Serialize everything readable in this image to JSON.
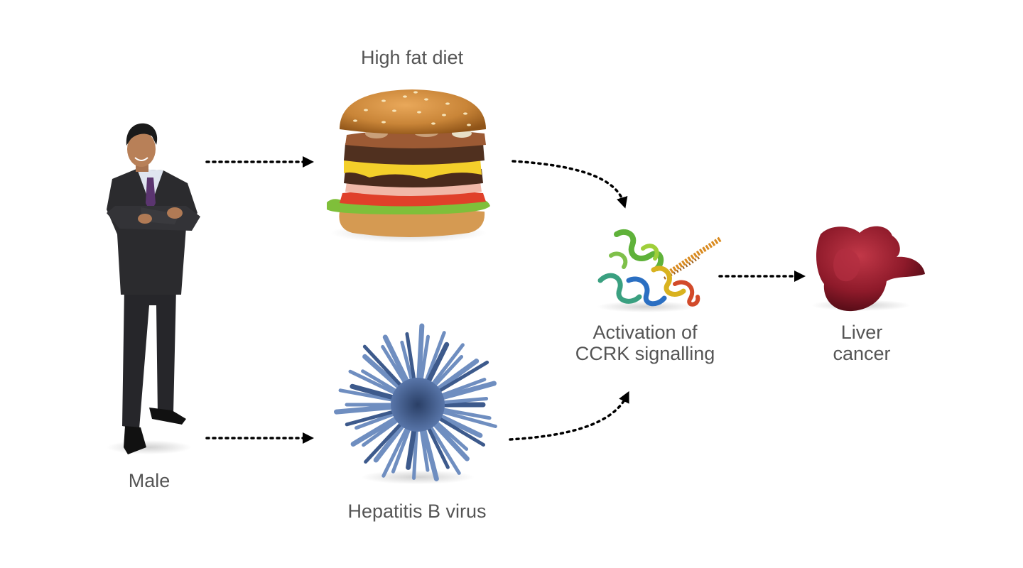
{
  "labels": {
    "high_fat_diet": "High fat diet",
    "male": "Male",
    "hepatitis_b": "Hepatitis B virus",
    "ccrk_line1": "Activation of",
    "ccrk_line2": "CCRK signalling",
    "liver_line1": "Liver",
    "liver_line2": "cancer"
  },
  "icons": {
    "man": "businessman-icon",
    "burger": "burger-icon",
    "virus": "virus-icon",
    "protein": "protein-structure-icon",
    "liver": "liver-icon"
  },
  "colors": {
    "label": "#555555",
    "arrow": "#000000",
    "suit": "#2b2b2e",
    "virus": "#3d5a8c",
    "liver": "#8e1a2a"
  }
}
